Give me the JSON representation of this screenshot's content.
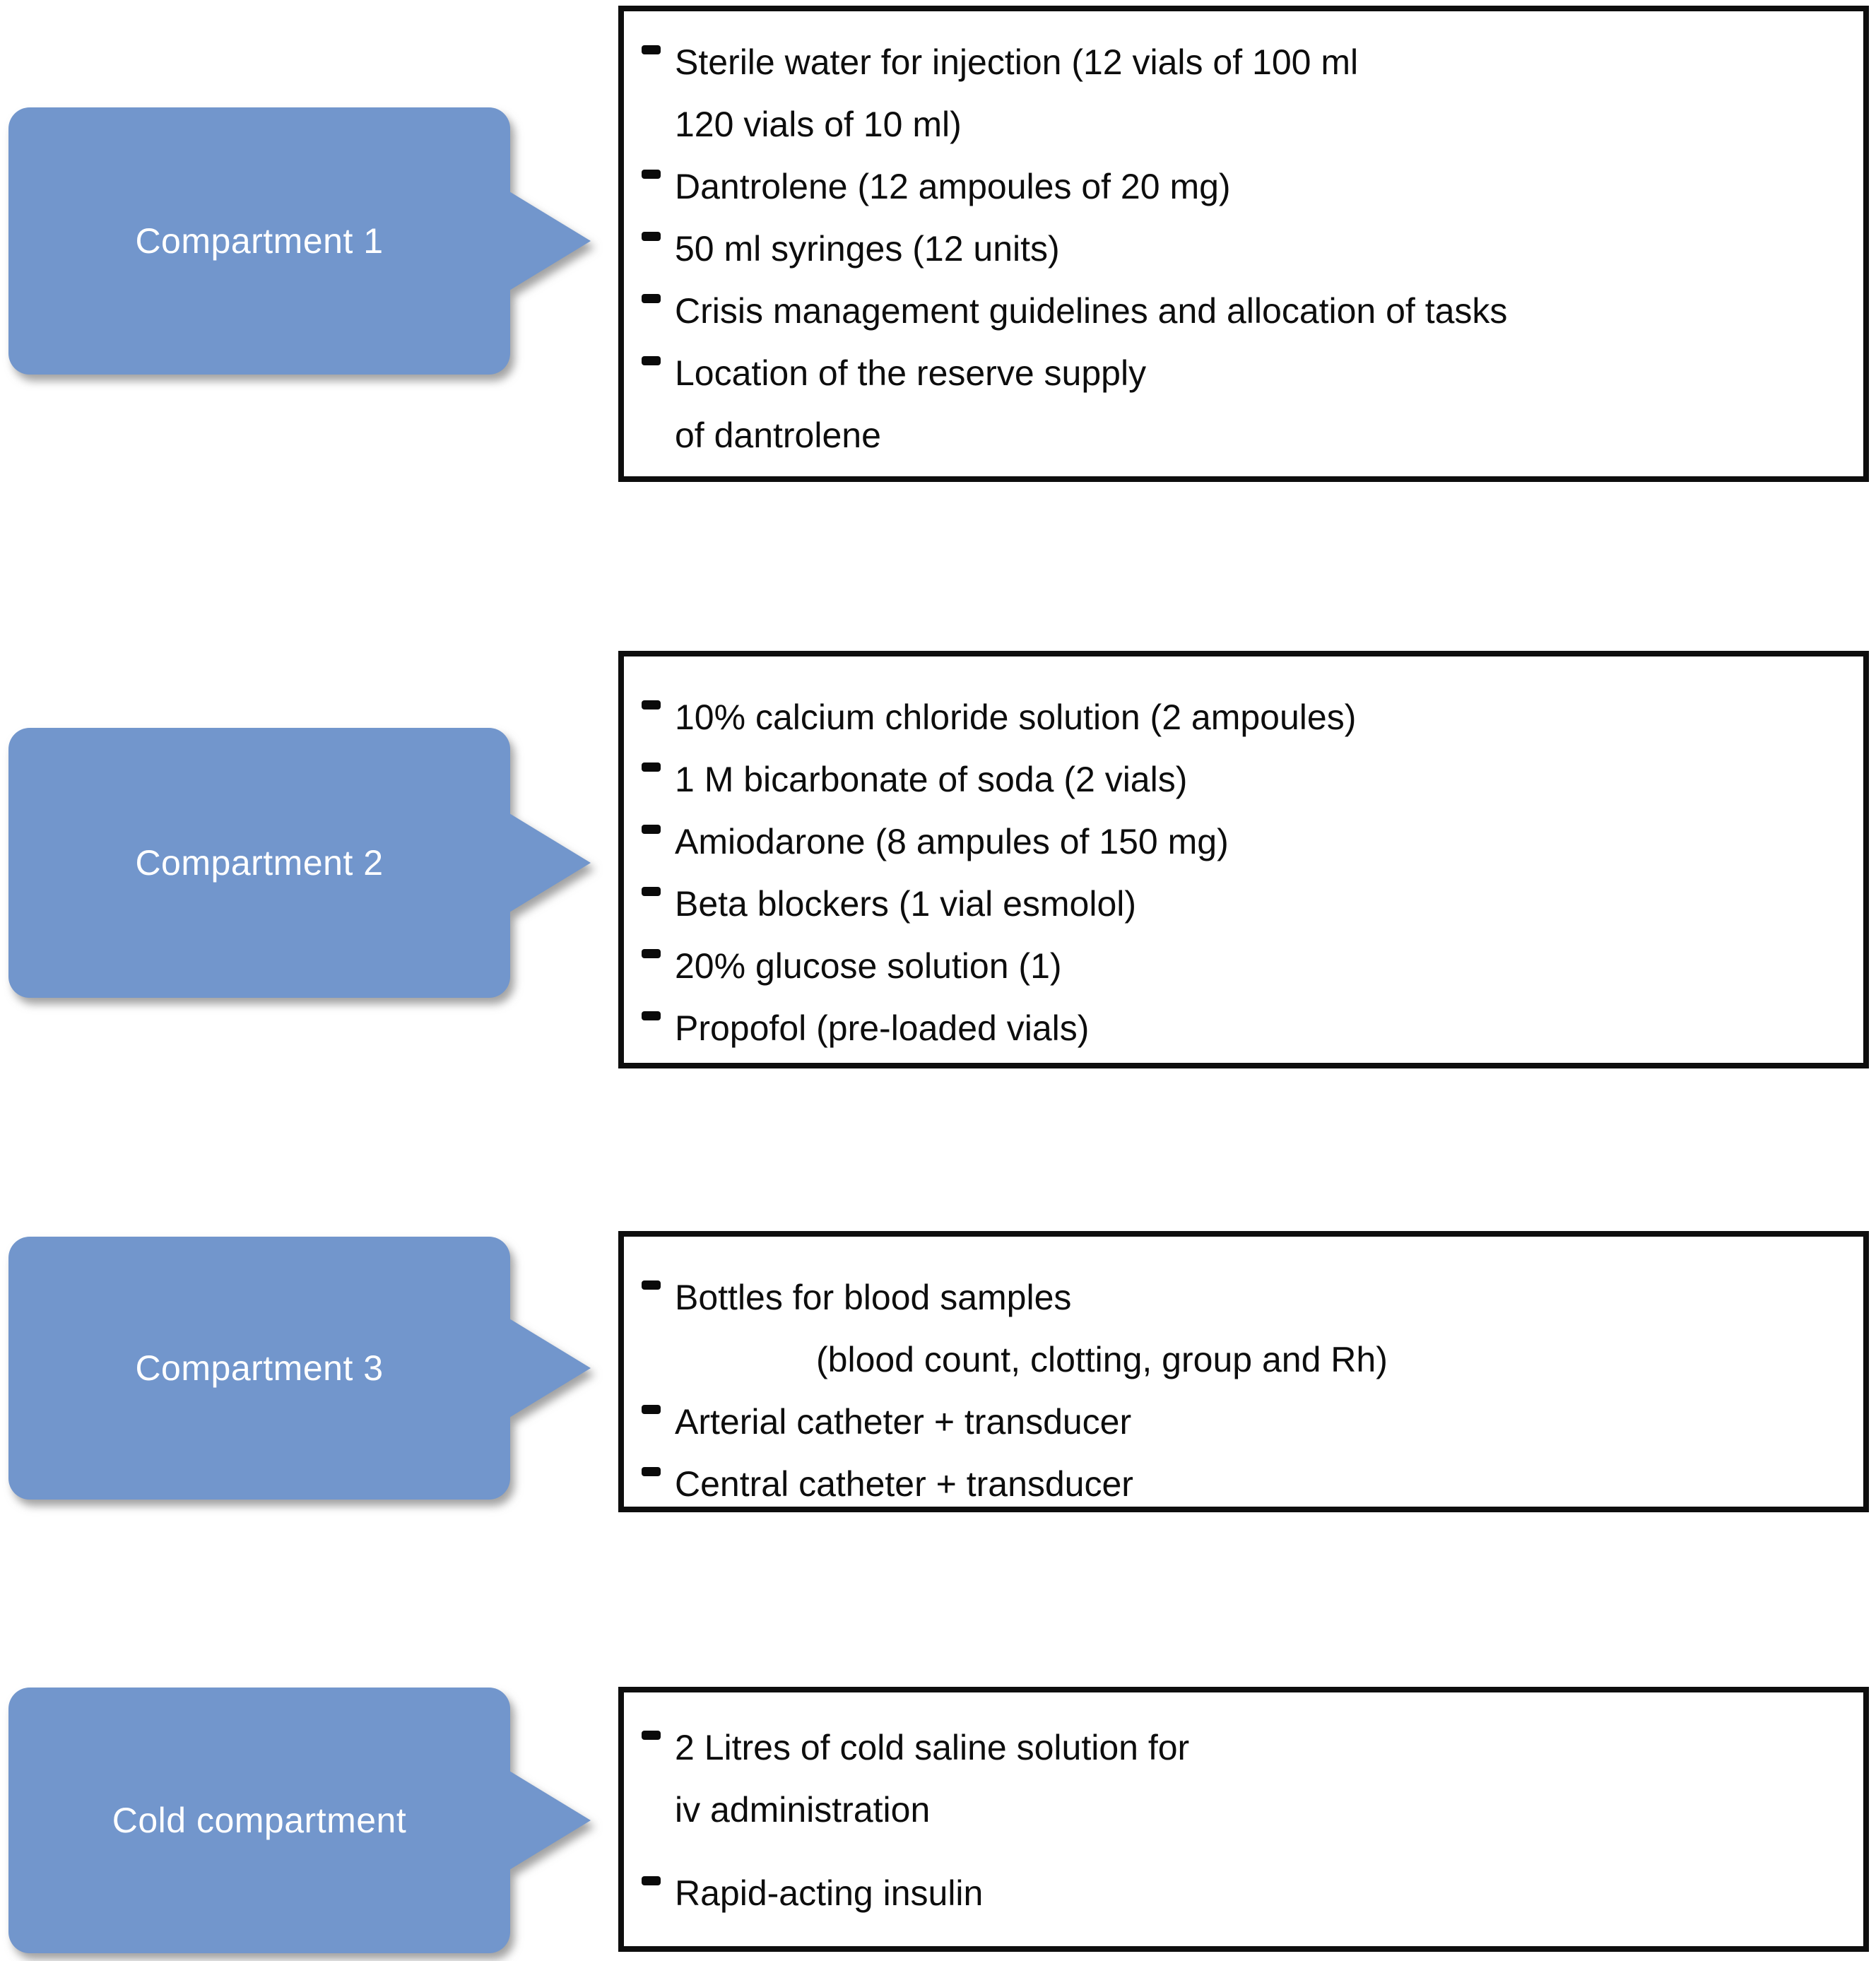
{
  "colors": {
    "callout_fill": "#7296cc",
    "callout_text": "#ffffff",
    "box_border": "#0e0e0e",
    "body_text": "#0d0d0d",
    "background": "#ffffff"
  },
  "sections": [
    {
      "callout_label": "Compartment 1",
      "box_lines": [
        {
          "text": "Sterile water for injection (12 vials of 100 ml"
        },
        {
          "text": "120 vials of 10 ml)"
        },
        {
          "text": "Dantrolene (12 ampoules of 20 mg)"
        },
        {
          "text": "50 ml syringes (12 units)"
        },
        {
          "text": "Crisis management guidelines and allocation of tasks"
        },
        {
          "text": "Location of the reserve supply"
        },
        {
          "text": "of dantrolene"
        }
      ]
    },
    {
      "callout_label": "Compartment 2",
      "box_lines": [
        {
          "text": "10% calcium chloride solution (2 ampoules)"
        },
        {
          "text": "1 M bicarbonate of soda (2 vials)"
        },
        {
          "text": "Amiodarone (8 ampules of 150 mg)"
        },
        {
          "text": "Beta blockers (1 vial esmolol)"
        },
        {
          "text": "20% glucose solution (1)"
        },
        {
          "text": "Propofol (pre-loaded vials)"
        }
      ]
    },
    {
      "callout_label": "Compartment 3",
      "box_lines": [
        {
          "text": "Bottles for blood samples"
        },
        {
          "text": "(blood count, clotting, group and Rh)"
        },
        {
          "text": "Arterial catheter + transducer"
        },
        {
          "text": "Central catheter + transducer"
        }
      ]
    },
    {
      "callout_label": "Cold compartment",
      "box_lines": [
        {
          "text": "2 Litres of cold saline solution for"
        },
        {
          "text": "iv administration"
        },
        {
          "text": "Rapid-acting insulin"
        }
      ]
    }
  ]
}
